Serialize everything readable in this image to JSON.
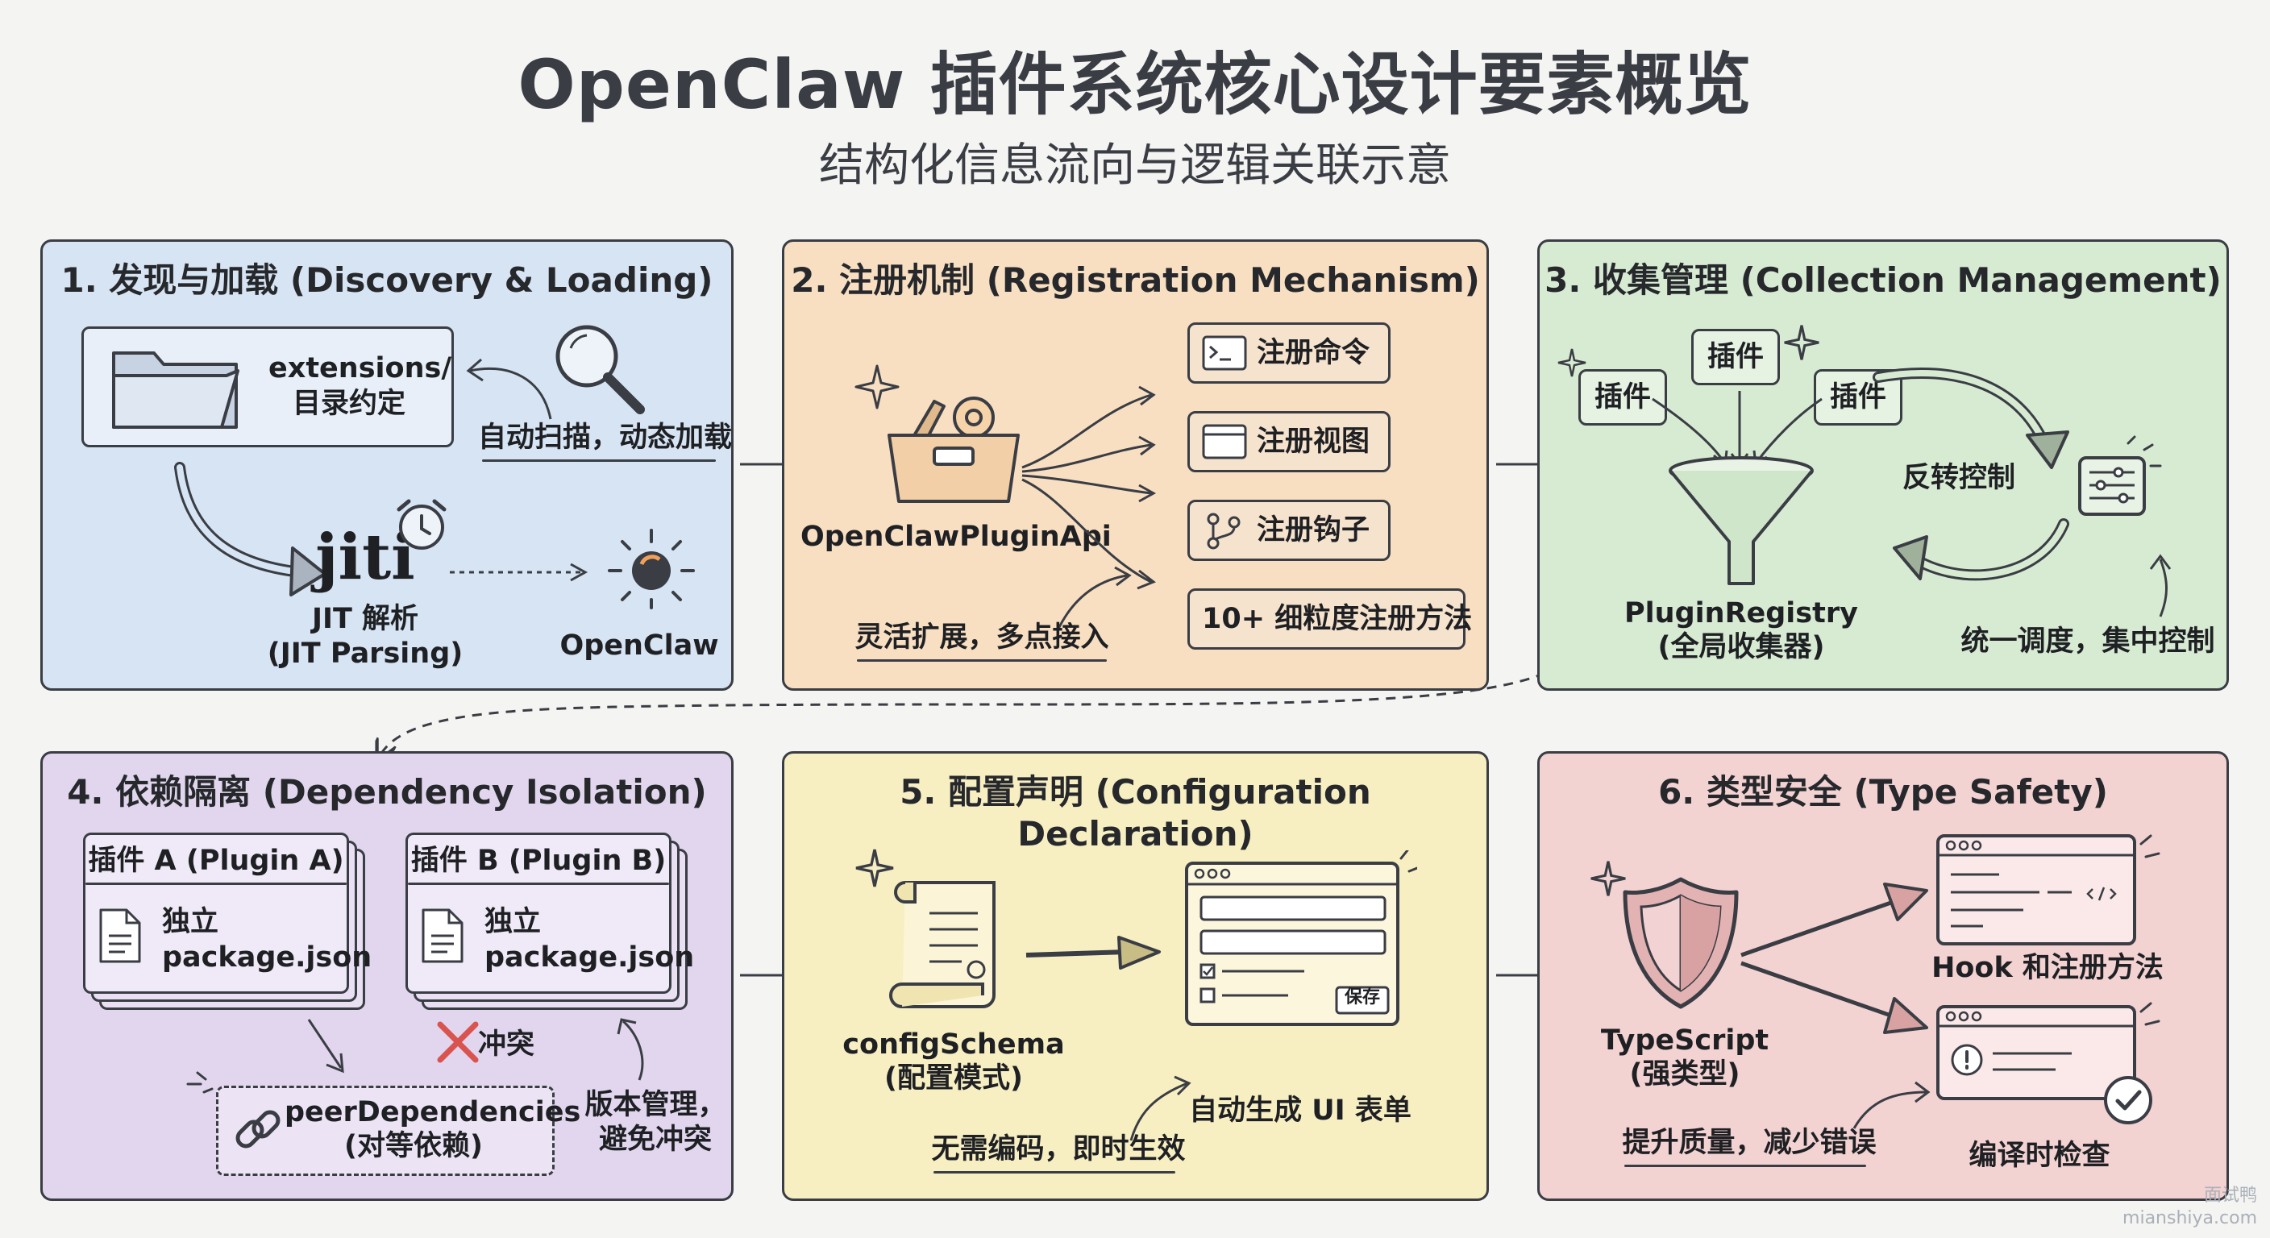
{
  "title": "OpenClaw 插件系统核心设计要素概览",
  "subtitle": "结构化信息流向与逻辑关联示意",
  "colors": {
    "panel1": "#d6e4f3",
    "panel2": "#f8dfc2",
    "panel3": "#d7ebd3",
    "panel4": "#e1d6ee",
    "panel5": "#f7efc2",
    "panel6": "#f3d2d2",
    "ink": "#3a3d44"
  },
  "panels": [
    {
      "title": "1. 发现与加载 (Discovery & Loading)",
      "folder_label_1": "extensions/",
      "folder_label_2": "目录约定",
      "scan_note": "自动扫描，动态加载",
      "jiti_logo": "jiti",
      "jit_label_1": "JIT 解析",
      "jit_label_2": "(JIT Parsing)",
      "openclaw_label": "OpenClaw",
      "icons": [
        "folder-icon",
        "magnifier-icon",
        "alarm-clock-icon",
        "openclaw-logo-icon"
      ]
    },
    {
      "title": "2. 注册机制 (Registration Mechanism)",
      "api_label": "OpenClawPluginApi",
      "items": [
        "注册命令",
        "注册视图",
        "注册钩子",
        "10+ 细粒度注册方法"
      ],
      "note": "灵活扩展，多点接入",
      "icons": [
        "toolbox-icon",
        "terminal-icon",
        "window-icon",
        "git-branch-icon"
      ]
    },
    {
      "title": "3. 收集管理 (Collection Management)",
      "plugins": [
        "插件",
        "插件",
        "插件"
      ],
      "registry_label_1": "PluginRegistry",
      "registry_label_2": "(全局收集器)",
      "ioc_label": "反转控制",
      "note": "统一调度，集中控制",
      "icons": [
        "funnel-icon",
        "control-panel-icon"
      ]
    },
    {
      "title": "4. 依赖隔离 (Dependency Isolation)",
      "plugin_a_title": "插件 A (Plugin A)",
      "plugin_b_title": "插件 B (Plugin B)",
      "pkg_line_1": "独立",
      "pkg_line_2": "package.json",
      "conflict_label": "冲突",
      "peer_label_1": "peerDependencies",
      "peer_label_2": "(对等依赖)",
      "version_note_1": "版本管理，",
      "version_note_2": "避免冲突",
      "icons": [
        "document-icon",
        "link-icon",
        "cross-icon"
      ]
    },
    {
      "title": "5. 配置声明 (Configuration Declaration)",
      "schema_label_1": "configSchema",
      "schema_label_2": "(配置模式)",
      "form_save": "保存",
      "form_label": "自动生成 UI 表单",
      "note": "无需编码，即时生效",
      "icons": [
        "scroll-icon",
        "form-window-icon"
      ]
    },
    {
      "title": "6. 类型安全 (Type Safety)",
      "ts_label_1": "TypeScript",
      "ts_label_2": "(强类型)",
      "hook_label": "Hook 和注册方法",
      "compile_label": "编译时检查",
      "note": "提升质量，减少错误",
      "icons": [
        "shield-icon",
        "code-window-icon",
        "warning-window-icon",
        "check-circle-icon"
      ]
    }
  ],
  "watermark": [
    "面试鸭",
    "mianshiya.com"
  ]
}
